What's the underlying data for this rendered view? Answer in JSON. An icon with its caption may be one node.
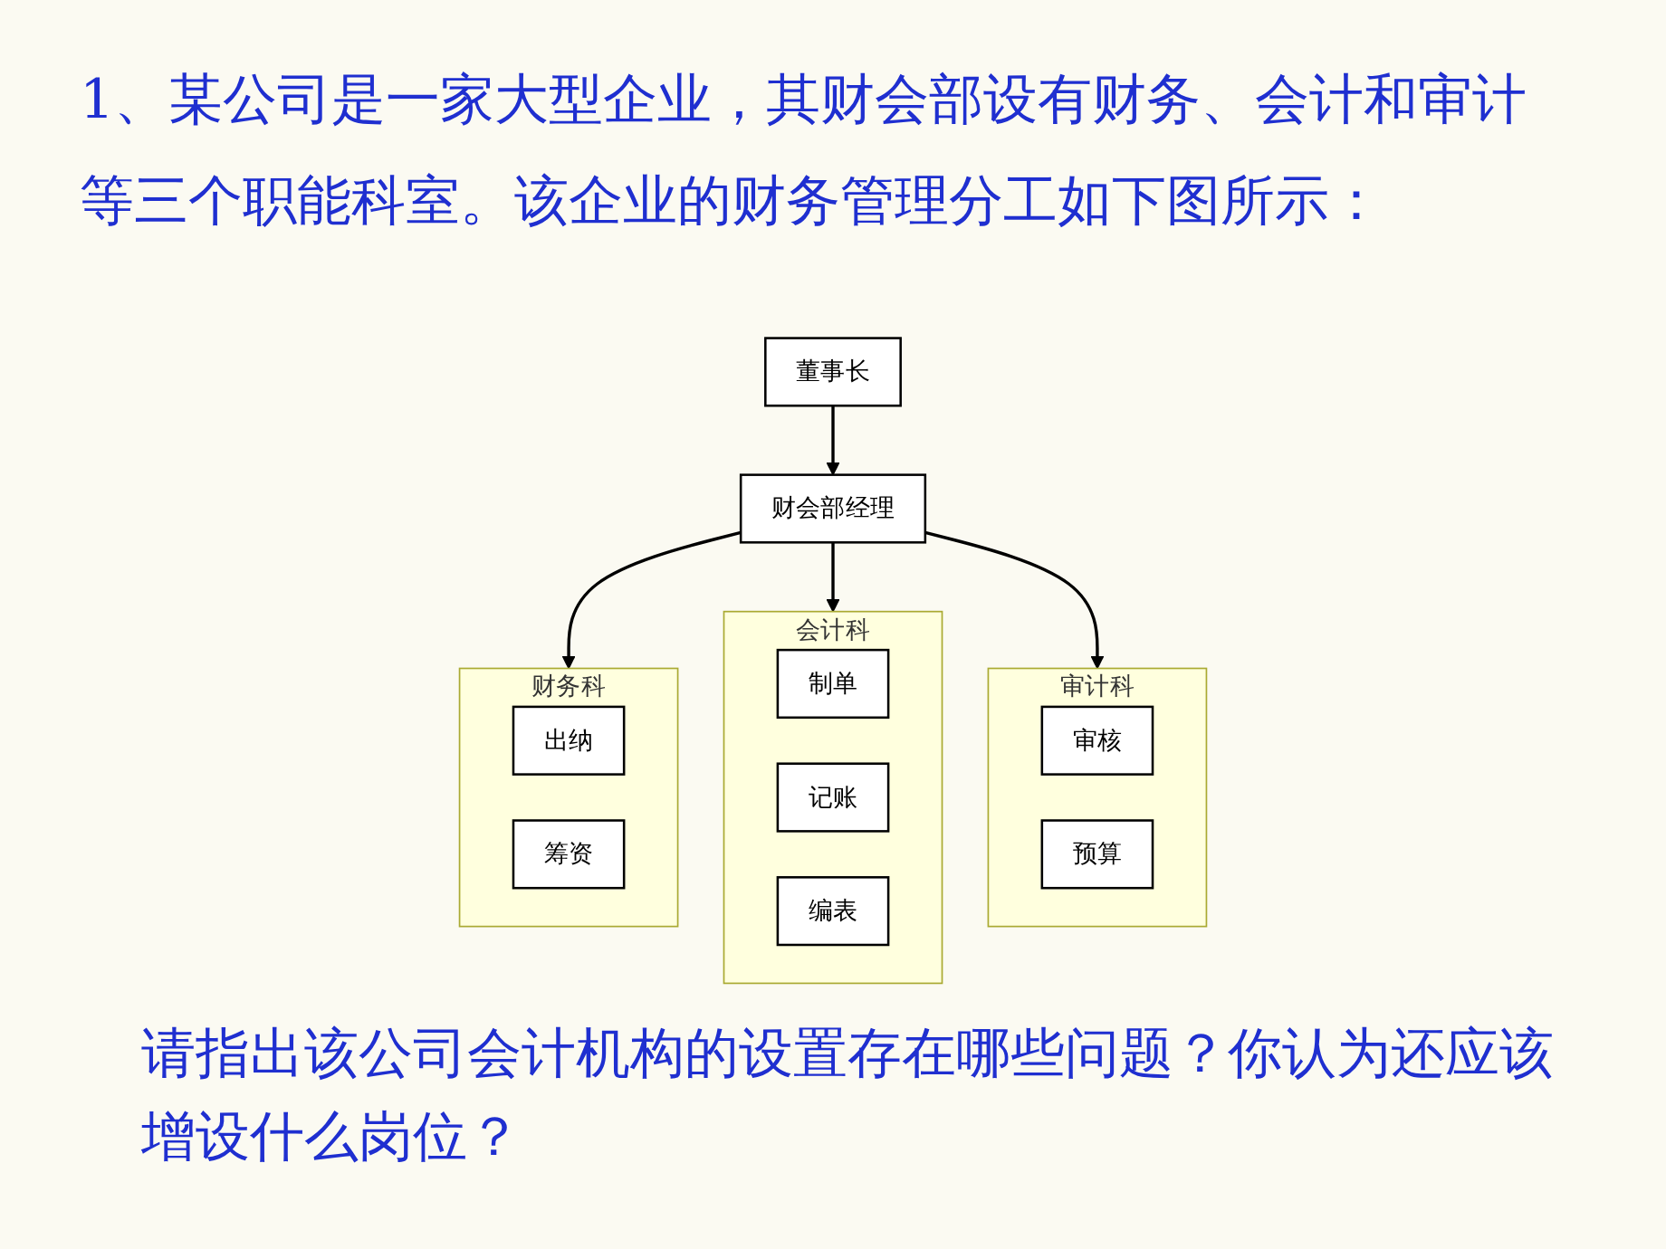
{
  "diagram": {
    "title": "1、某公司是一家大型企业，其财会部设有财务、会计和审计等三个职能科室。该企业的财务管理分工如下图所示：",
    "caption": "请指出该公司会计机构的设置存在哪些问题？你认为还应该增设什么岗位？",
    "nodes": [
      {
        "text": [
          "董事长"
        ]
      },
      {
        "text": [
          "财会部经理"
        ]
      },
      {
        "text": [
          "财务科"
        ]
      },
      {
        "text": [
          "出纳"
        ],
        "in": 2
      },
      {
        "text": [
          "筹资"
        ],
        "in": 2
      },
      {
        "text": [
          "会计科"
        ]
      },
      {
        "text": [
          "制单"
        ],
        "in": 5
      },
      {
        "text": [
          "记账"
        ],
        "in": 5
      },
      {
        "text": [
          "编表"
        ],
        "in": 5
      },
      {
        "text": [
          "审计科"
        ]
      },
      {
        "text": [
          "审核"
        ],
        "in": 9
      },
      {
        "text": [
          "预算"
        ],
        "in": 9
      }
    ],
    "edges": [
      {
        "from": 0,
        "to": 1,
        "arrow": "to"
      },
      {
        "from": 1,
        "to": 2,
        "arrow": "to"
      },
      {
        "from": 1,
        "to": 5,
        "arrow": "to"
      },
      {
        "from": 1,
        "to": 9,
        "arrow": "to"
      }
    ]
  }
}
